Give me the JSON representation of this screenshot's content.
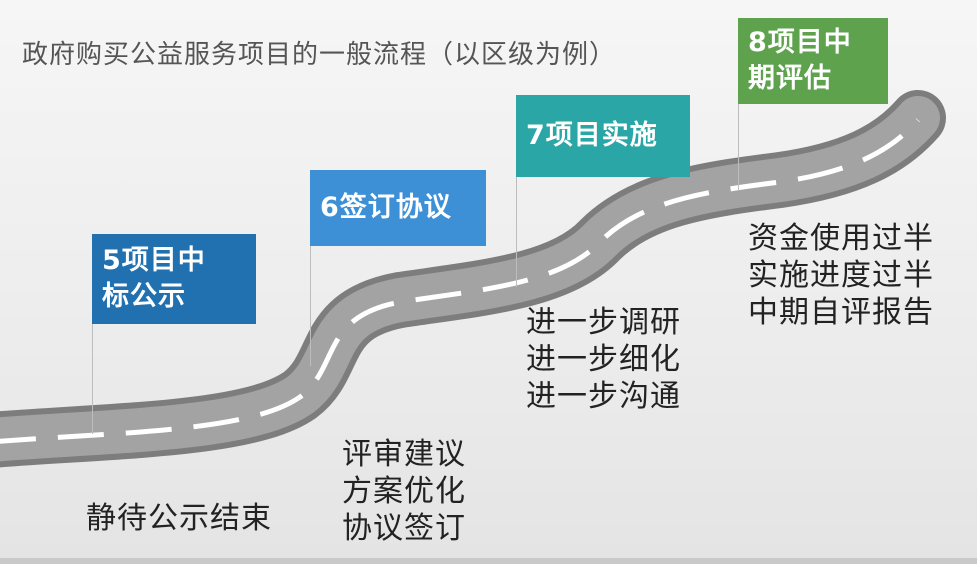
{
  "title": "政府购买公益服务项目的一般流程（以区级为例）",
  "stages": [
    {
      "label": "5项目中\n标公示",
      "color": "#2170b0",
      "notes": [
        "静待公示结束"
      ]
    },
    {
      "label": "6签订协议",
      "color": "#3d8fd6",
      "notes": [
        "评审建议",
        "方案优化",
        "协议签订"
      ]
    },
    {
      "label": "7项目实施",
      "color": "#2aa6a6",
      "notes": [
        "进一步调研",
        "进一步细化",
        "进一步沟通"
      ]
    },
    {
      "label": "8项目中\n期评估",
      "color": "#5ea24d",
      "notes": [
        "资金使用过半",
        "实施进度过半",
        "中期自评报告"
      ]
    }
  ]
}
